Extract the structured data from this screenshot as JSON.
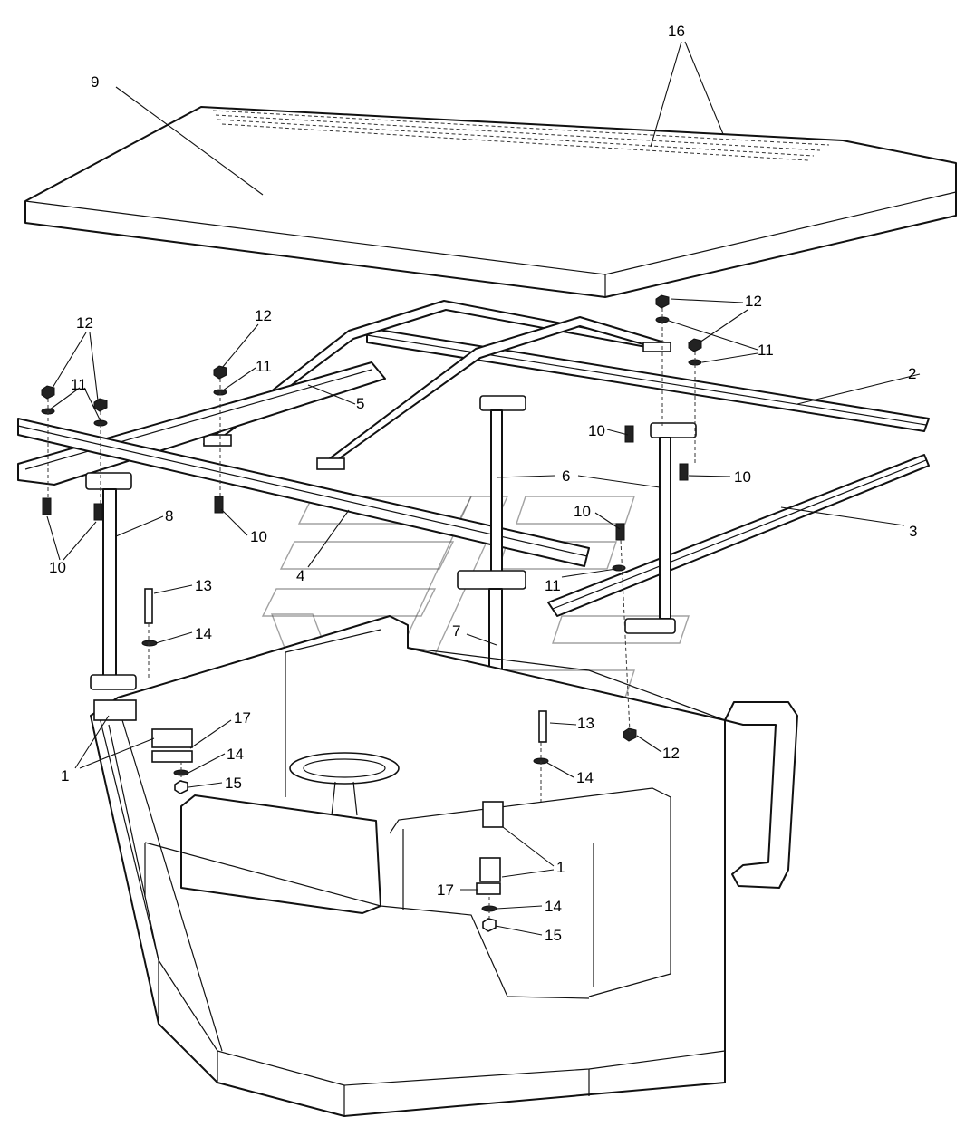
{
  "callouts": {
    "c1a": "1",
    "c1b": "1",
    "c2": "2",
    "c3": "3",
    "c4": "4",
    "c5": "5",
    "c6": "6",
    "c7": "7",
    "c8": "8",
    "c9": "9",
    "c10a": "10",
    "c10b": "10",
    "c10c": "10",
    "c10d": "10",
    "c10e": "10",
    "c11a": "11",
    "c11b": "11",
    "c11c": "11",
    "c11d": "11",
    "c12a": "12",
    "c12b": "12",
    "c12c": "12",
    "c12d": "12",
    "c13a": "13",
    "c13b": "13",
    "c14a": "14",
    "c14b": "14",
    "c14c": "14",
    "c14d": "14",
    "c15a": "15",
    "c15b": "15",
    "c16": "16",
    "c17a": "17",
    "c17b": "17"
  }
}
